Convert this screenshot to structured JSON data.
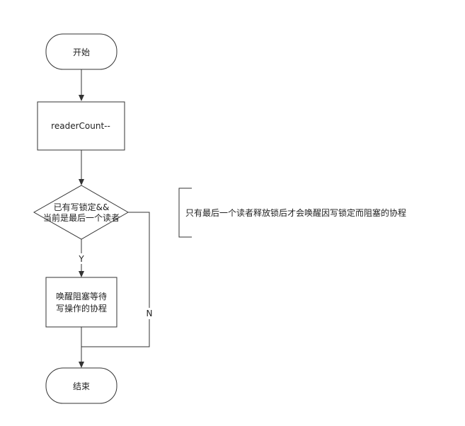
{
  "flowchart": {
    "start": "开始",
    "decrement": "readerCount--",
    "decision": [
      "已有写锁定&&",
      "当前是最后一个读者"
    ],
    "wake": [
      "唤醒阻塞等待",
      "写操作的协程"
    ],
    "end": "结束",
    "yes": "Y",
    "no": "N",
    "annotation": "只有最后一个读者释放锁后才会唤醒因写锁定而阻塞的协程"
  }
}
